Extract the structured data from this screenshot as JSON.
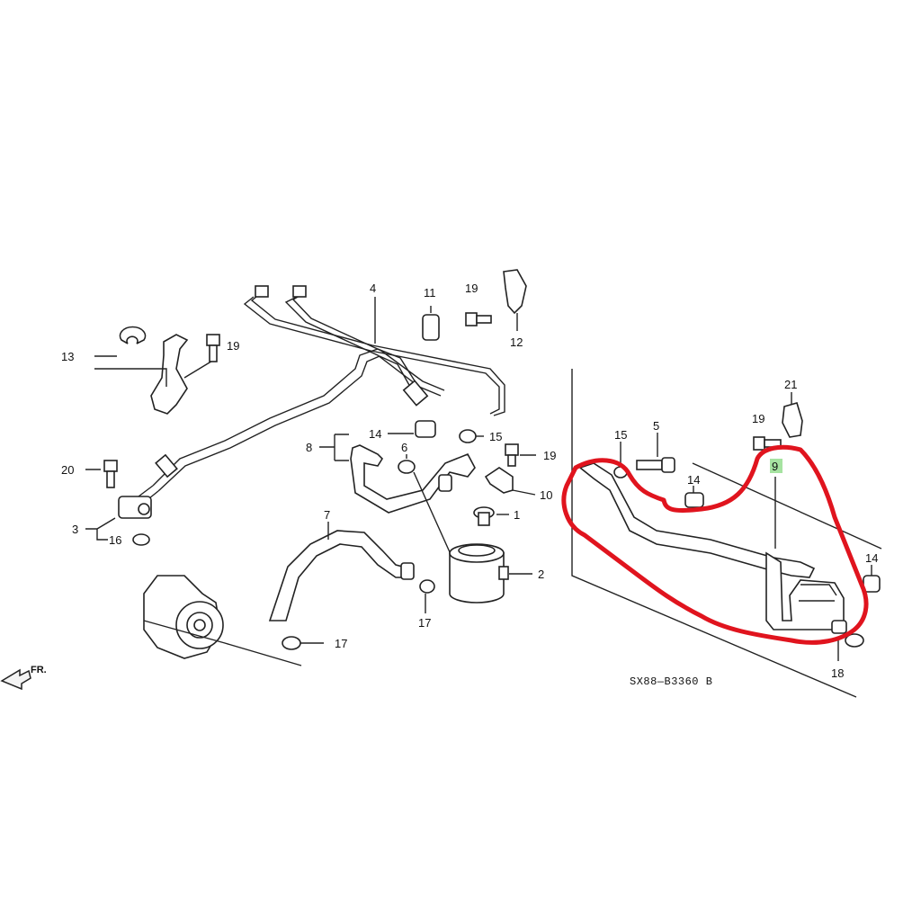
{
  "diagram": {
    "callouts": {
      "c1": "1",
      "c2": "2",
      "c3": "3",
      "c4": "4",
      "c5": "5",
      "c6": "6",
      "c7": "7",
      "c8": "8",
      "c9": "9",
      "c10": "10",
      "c11": "11",
      "c12": "12",
      "c13": "13",
      "c14a": "14",
      "c14b": "14",
      "c14c": "14",
      "c15a": "15",
      "c15b": "15",
      "c16": "16",
      "c17a": "17",
      "c17b": "17",
      "c18": "18",
      "c19a": "19",
      "c19b": "19",
      "c19c": "19",
      "c19d": "19",
      "c20": "20",
      "c21": "21"
    },
    "diagram_code": "SX88—B3360 B",
    "front_indicator": "FR.",
    "highlight_color": "#e0141e",
    "label9_bg": "#a6e3a1"
  }
}
